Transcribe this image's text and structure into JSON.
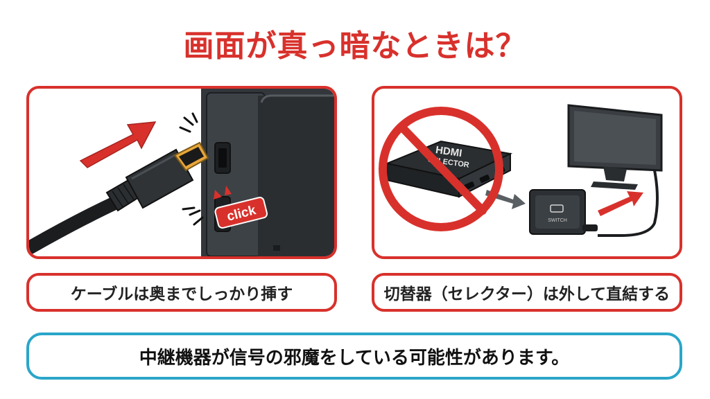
{
  "title": "画面が真っ暗なときは？",
  "left_panel": {
    "click_label": "click",
    "caption": "ケーブルは奥までしっかり挿す"
  },
  "right_panel": {
    "selector_label_line1": "HDMI",
    "selector_label_line2": "SELECTOR",
    "dock_label": "SWITCH",
    "caption": "切替器（セレクター）は外して直結する"
  },
  "footer": {
    "message": "中継機器が信号の邪魔をしている可能性があります。"
  },
  "colors": {
    "accent_red": "#d8312c",
    "accent_blue": "#2aa6c9",
    "device_dark": "#2f3337"
  }
}
